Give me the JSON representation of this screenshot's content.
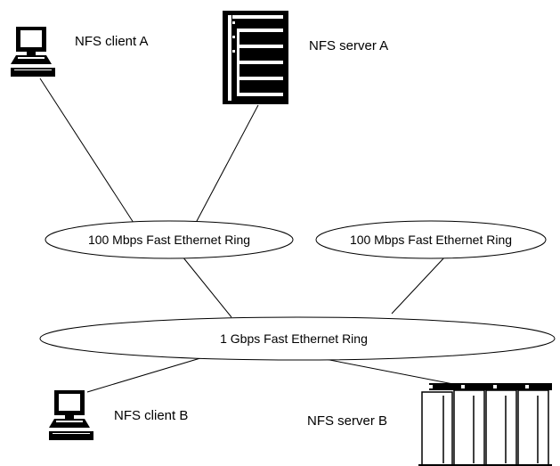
{
  "nodes": {
    "client_a": {
      "label": "NFS client A"
    },
    "server_a": {
      "label": "NFS server A"
    },
    "client_b": {
      "label": "NFS client B"
    },
    "server_b": {
      "label": "NFS server B"
    }
  },
  "rings": {
    "ring_left": {
      "label": "100 Mbps Fast Ethernet Ring"
    },
    "ring_right": {
      "label": "100 Mbps Fast Ethernet Ring"
    },
    "ring_main": {
      "label": "1 Gbps Fast Ethernet Ring"
    }
  },
  "colors": {
    "line": "#000000",
    "background": "#ffffff"
  },
  "icons": {
    "client": "desktop-computer-icon",
    "server_a": "tower-server-icon",
    "server_b": "rack-server-icon"
  }
}
